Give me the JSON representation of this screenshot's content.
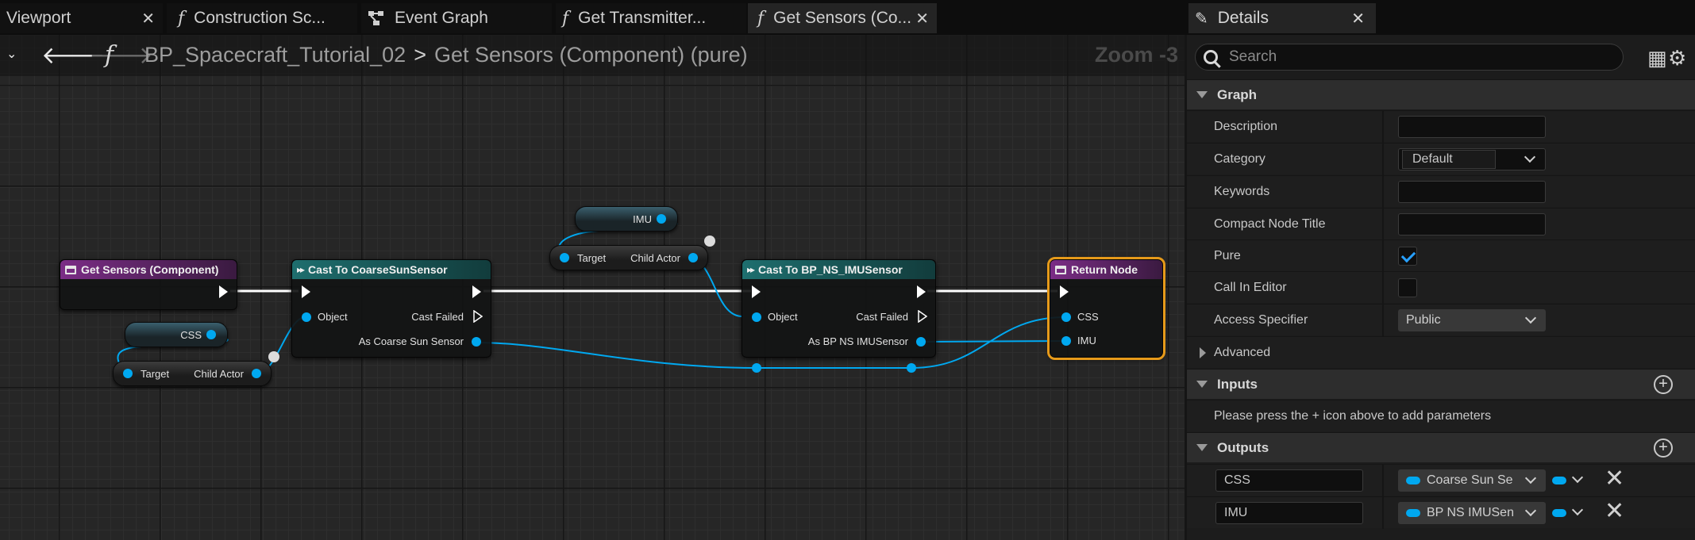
{
  "tabs": [
    {
      "label": "Viewport",
      "icon": "",
      "closable": true,
      "active": false
    },
    {
      "label": "Construction Sc...",
      "icon": "function-icon",
      "closable": false,
      "active": false
    },
    {
      "label": "Event Graph",
      "icon": "event-graph-icon",
      "closable": false,
      "active": false
    },
    {
      "label": "Get Transmitter...",
      "icon": "function-icon",
      "closable": false,
      "active": false
    },
    {
      "label": "Get Sensors (Co...",
      "icon": "function-icon",
      "closable": true,
      "active": true
    }
  ],
  "toolbar": {
    "breadcrumb_blueprint": "BP_Spacecraft_Tutorial_02",
    "breadcrumb_separator": ">",
    "breadcrumb_function": "Get Sensors (Component) (pure)",
    "zoom": "Zoom -3"
  },
  "nodes": {
    "entry": {
      "title": "Get Sensors (Component)"
    },
    "cast_css": {
      "title": "Cast To CoarseSunSensor",
      "pin_object": "Object",
      "pin_cast_failed": "Cast Failed",
      "pin_as": "As Coarse Sun Sensor"
    },
    "cast_imu": {
      "title": "Cast To BP_NS_IMUSensor",
      "pin_object": "Object",
      "pin_cast_failed": "Cast Failed",
      "pin_as": "As BP NS IMUSensor"
    },
    "return": {
      "title": "Return Node",
      "pin_css": "CSS",
      "pin_imu": "IMU"
    },
    "var_css": {
      "label": "CSS"
    },
    "var_imu": {
      "label": "IMU"
    },
    "child_css": {
      "target": "Target",
      "child_actor": "Child Actor"
    },
    "child_imu": {
      "target": "Target",
      "child_actor": "Child Actor"
    }
  },
  "details": {
    "tab_title": "Details",
    "search_placeholder": "Search",
    "graph_section": "Graph",
    "rows": {
      "description": "Description",
      "category": "Category",
      "category_value": "Default",
      "keywords": "Keywords",
      "compact_node_title": "Compact Node Title",
      "pure": "Pure",
      "pure_checked": true,
      "call_in_editor": "Call In Editor",
      "call_in_editor_checked": false,
      "access_specifier": "Access Specifier",
      "access_value": "Public"
    },
    "advanced_section": "Advanced",
    "inputs_section": "Inputs",
    "inputs_hint": "Please press the + icon above to add parameters",
    "outputs_section": "Outputs",
    "outputs": [
      {
        "name": "CSS",
        "type": "Coarse Sun Se"
      },
      {
        "name": "IMU",
        "type": "BP NS IMUSen"
      }
    ]
  },
  "colors": {
    "object_pin": "#00a8f0",
    "function_header": "#7b2d86",
    "cast_header": "#1e6e6e",
    "selection": "#e69a1a"
  }
}
